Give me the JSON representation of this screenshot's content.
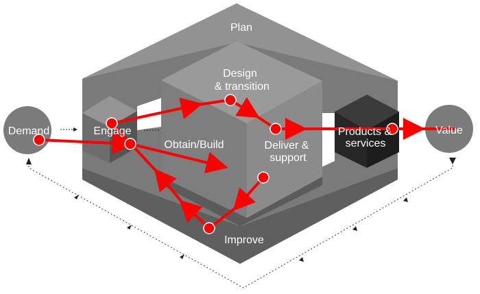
{
  "labels": {
    "plan": "Plan",
    "design_line1": "Design",
    "design_line2": "& transition",
    "engage": "Engage",
    "obtain_build": "Obtain/Build",
    "deliver_line1": "Deliver &",
    "deliver_line2": "support",
    "products_line1": "Products &",
    "products_line2": "services",
    "improve": "Improve",
    "demand": "Demand",
    "value": "Value"
  },
  "colors": {
    "flow": "#ff0000",
    "frame_dark": "#6e6e6e",
    "frame_light": "#8a8a8a",
    "cube_dark": "#2b2b2b",
    "circle": "#7b7b7b"
  }
}
